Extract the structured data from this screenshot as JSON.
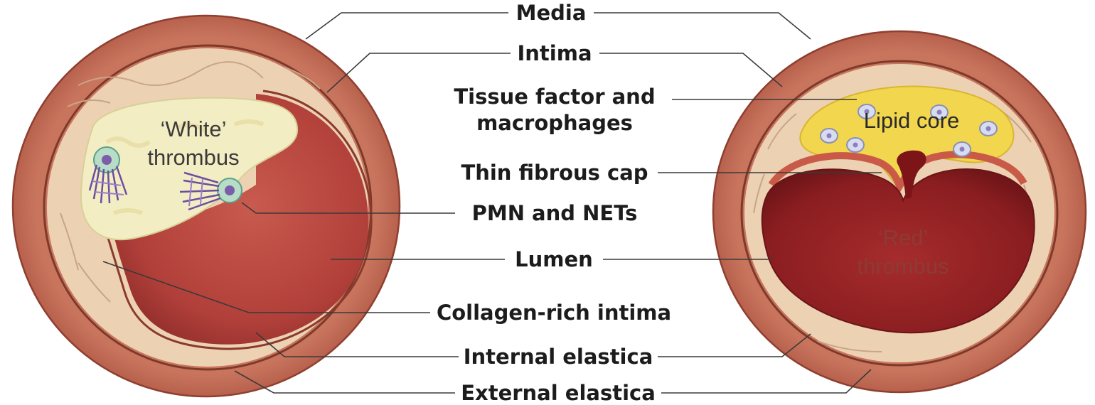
{
  "labels": {
    "media": "Media",
    "intima": "Intima",
    "tissue_factor_line1": "Tissue factor and",
    "tissue_factor_line2": "macrophages",
    "thin_fibrous_cap": "Thin fibrous cap",
    "pmn_nets": "PMN and NETs",
    "lumen": "Lumen",
    "collagen_rich_intima": "Collagen-rich intima",
    "internal_elastica": "Internal elastica",
    "external_elastica": "External elastica"
  },
  "left_vessel": {
    "thrombus_line1": "‘White’",
    "thrombus_line2": "thrombus"
  },
  "right_vessel": {
    "lipid_core": "Lipid core",
    "thrombus_line1": "‘Red’",
    "thrombus_line2": "thrombus"
  },
  "colors": {
    "media": "#bf6a55",
    "intima": "#edd0b4",
    "lumen": "#b9453e",
    "white_thrombus": "#f3edc2",
    "lipid_core": "#f1d64e",
    "red_thrombus": "#8f1f22",
    "leader_line": "#3a3a3a"
  }
}
